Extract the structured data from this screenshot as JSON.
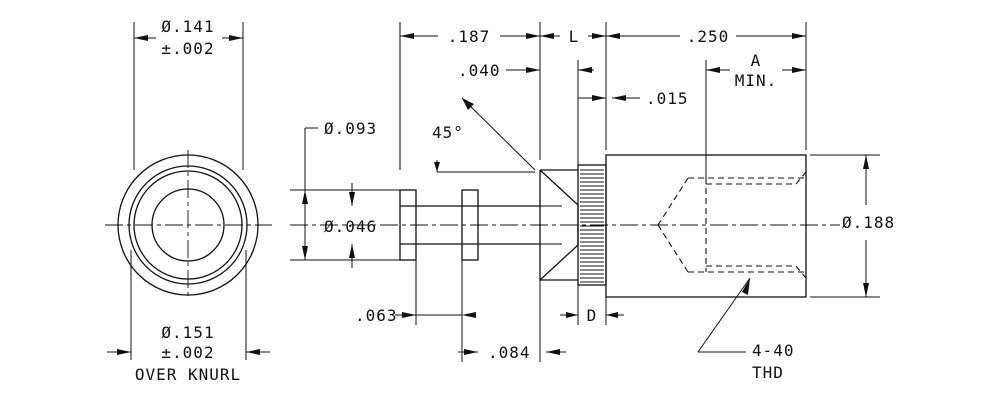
{
  "labels": {
    "head_dia": "Ø.141",
    "head_tol": "±.002",
    "knurl_dia": "Ø.151",
    "knurl_tol": "±.002",
    "over_knurl": "OVER KNURL",
    "groove_dia": "Ø.093",
    "pin_dia": "Ø.046",
    "angle": "45°",
    "len_187": ".187",
    "len_L": "L",
    "len_250": ".250",
    "len_040": ".040",
    "len_015": ".015",
    "thread_depth_line1": "A",
    "thread_depth_line2": "MIN.",
    "body_dia": "Ø.188",
    "len_063": ".063",
    "len_084": ".084",
    "len_D": "D",
    "thread_line1": "4-40",
    "thread_line2": "THD"
  }
}
